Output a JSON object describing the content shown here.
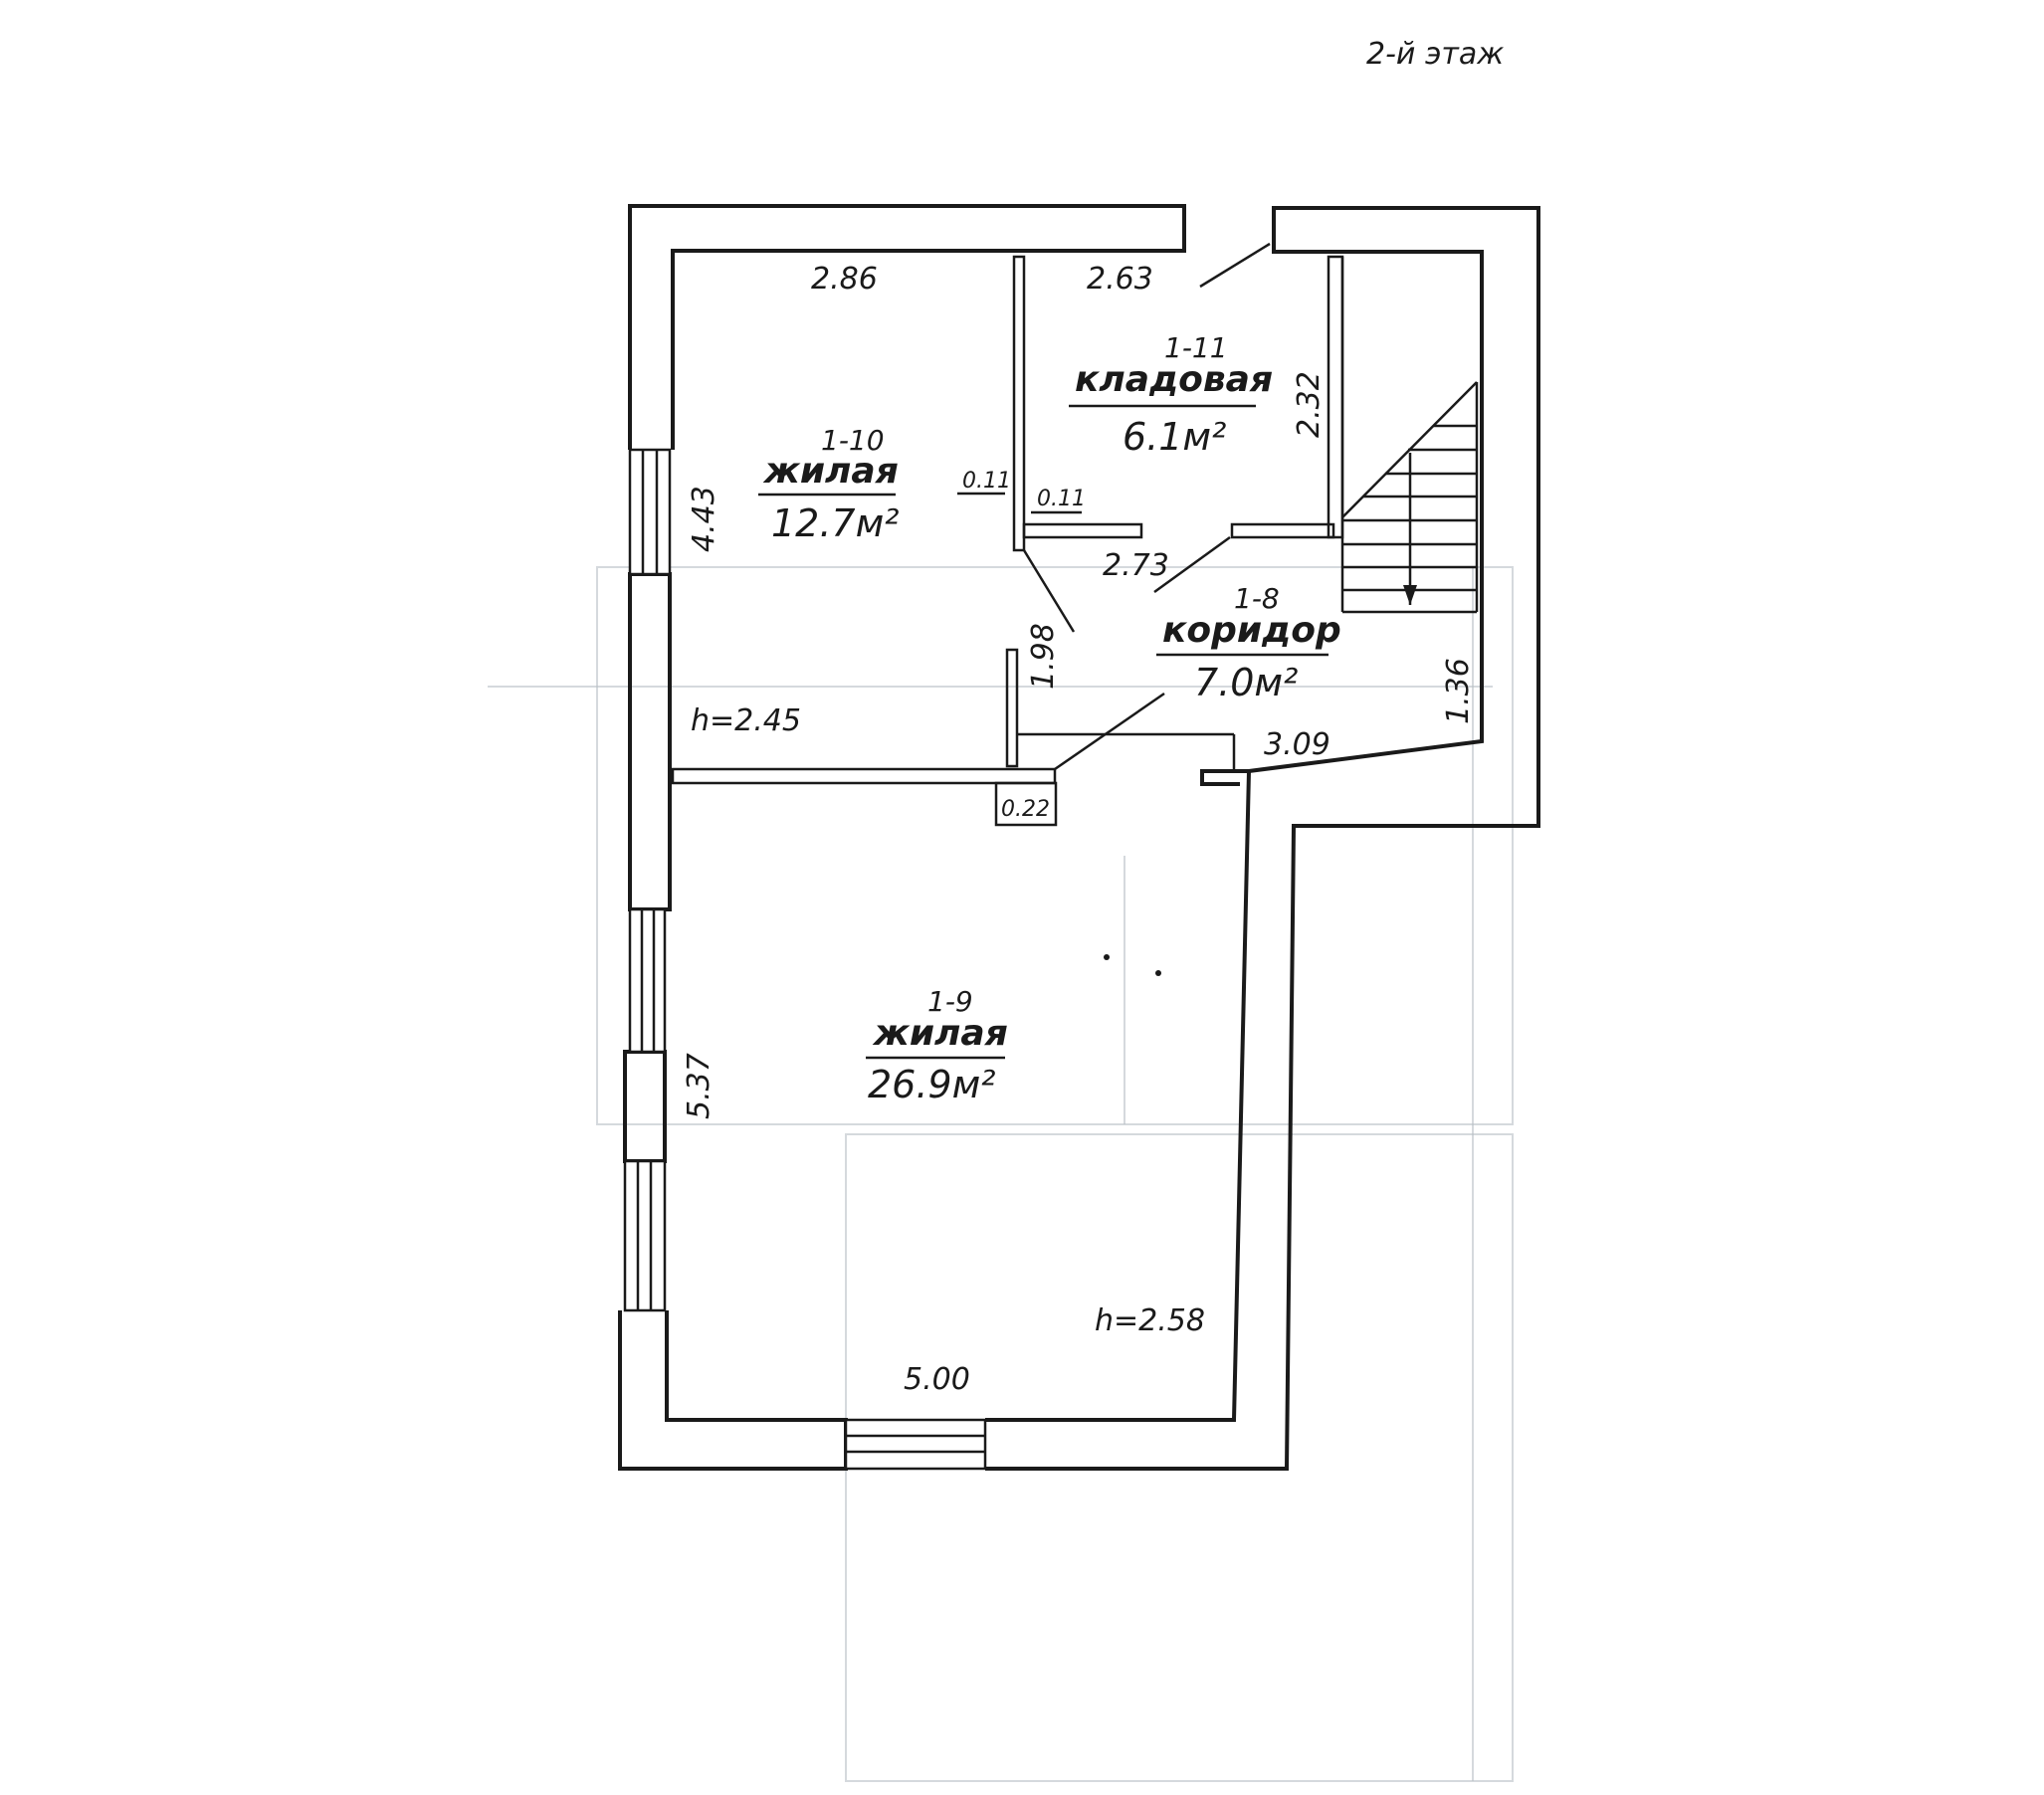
{
  "floor_title": "2-й этаж",
  "rooms": [
    {
      "number": "1-10",
      "name": "жилая",
      "area": "12.7м²",
      "height": "h=2.45"
    },
    {
      "number": "1-11",
      "name": "кладовая",
      "area": "6.1м²"
    },
    {
      "number": "1-8",
      "name": "коридор",
      "area": "7.0м²"
    },
    {
      "number": "1-9",
      "name": "жилая",
      "area": "26.9м²",
      "height": "h=2.58"
    }
  ],
  "dimensions": {
    "d1": "2.86",
    "d2": "2.63",
    "d3": "2.32",
    "d4": "4.43",
    "d5": "0.11",
    "d6": "0.11",
    "d7": "2.73",
    "d8": "1.98",
    "d9": "3.09",
    "d10": "1.36",
    "d11": "0.22",
    "d12": "5.37",
    "d13": "5.00"
  }
}
